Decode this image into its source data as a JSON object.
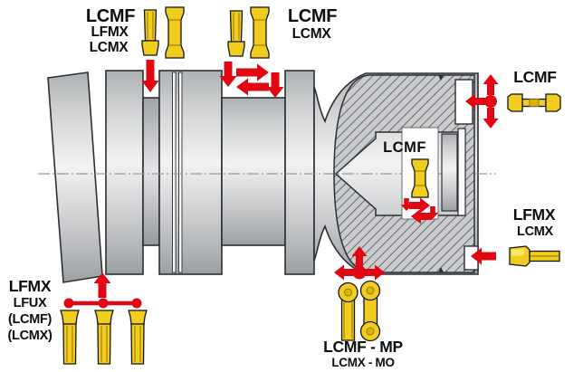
{
  "colors": {
    "arrow_red": "#e20613",
    "insert_yellow": "#f0cd1f",
    "body_gray": "#d8dadb",
    "hatch_gray": "#c9cbcd",
    "outline": "#2b2e33",
    "background": "#ffffff"
  },
  "icons": {
    "insert_vertical": "grooving-insert-icon",
    "insert_horizontal": "side-grooving-insert-icon",
    "insert_round": "profiling-insert-icon",
    "arrow": "feed-direction-arrow-icon",
    "compass": "multi-direction-arrows-icon",
    "workpiece": "turned-workpiece-profile"
  },
  "labels": {
    "top_left": {
      "primary": "LCMF",
      "line2": "LFMX",
      "line3": "LCMX"
    },
    "top_center": {
      "primary": "LCMF",
      "line2": "LCMX"
    },
    "right_upper": {
      "primary": "LCMF"
    },
    "bore": {
      "primary": "LCMF"
    },
    "right_lower": {
      "primary": "LFMX",
      "line2": "LCMX"
    },
    "bottom_left": {
      "primary": "LFMX",
      "line2": "LFUX",
      "line3": "(LCMF)",
      "line4": "(LCMX)"
    },
    "bottom_center": {
      "primary": "LCMF - MP",
      "line2": "LCMX - MO"
    }
  }
}
